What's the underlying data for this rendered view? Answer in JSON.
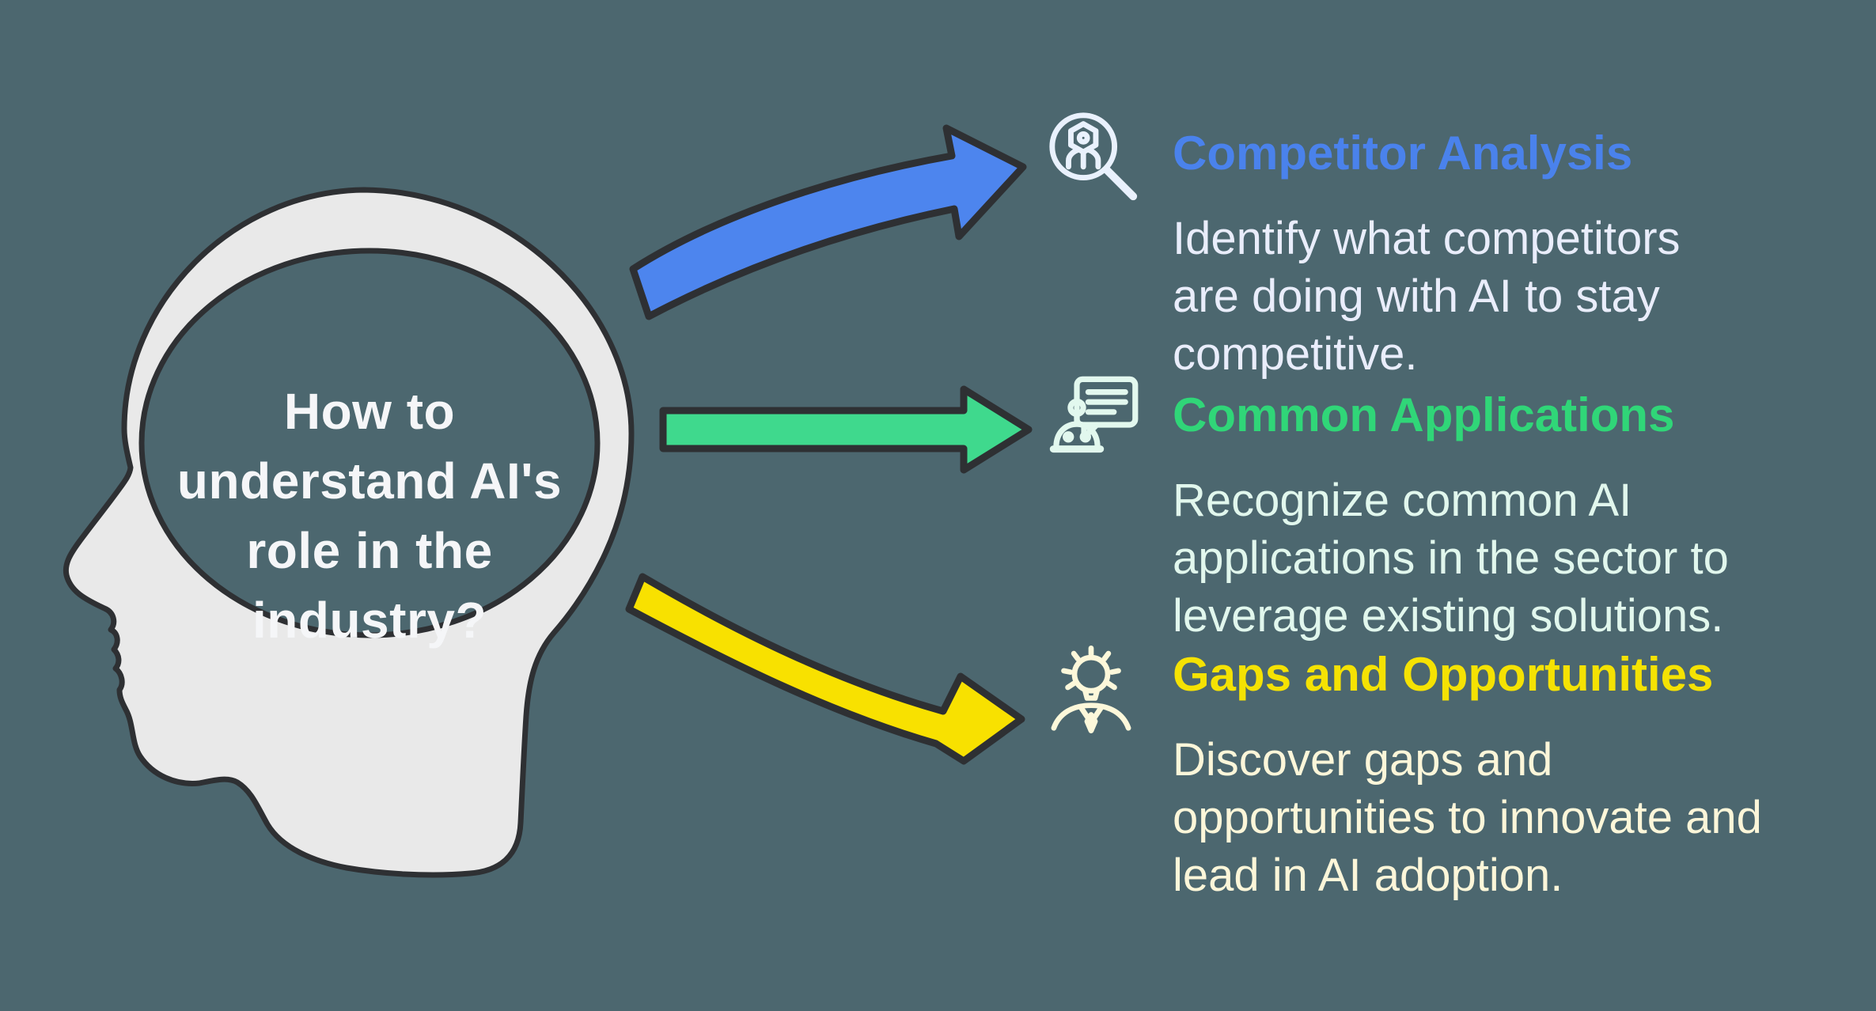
{
  "colors": {
    "background": "#4c676f",
    "outline": "#2e3033",
    "head_fill": "#e9e9e9",
    "question_text": "#f5f6f8"
  },
  "center": {
    "question": "How to understand AI's role in the industry?",
    "question_lines": [
      "How to",
      "understand AI's",
      "role in the",
      "industry?"
    ]
  },
  "sections": [
    {
      "title": "Competitor Analysis",
      "desc_lines": [
        "Identify what competitors",
        "are doing with AI to stay",
        "competitive."
      ],
      "accent": "#4a82ec",
      "arrow_color": "#4d85ee",
      "body_color": "#e9edfb",
      "icon_color": "#e9f1fd",
      "icon": "magnifier-person-icon"
    },
    {
      "title": "Common Applications",
      "desc_lines": [
        "Recognize common AI",
        "applications in the sector to",
        "leverage existing solutions."
      ],
      "accent": "#30d678",
      "arrow_color": "#3fd98d",
      "body_color": "#e1f7ed",
      "icon_color": "#e2f8ee",
      "icon": "chatbot-icon"
    },
    {
      "title": "Gaps and Opportunities",
      "desc_lines": [
        "Discover gaps and",
        "opportunities to innovate and",
        "lead in AI adoption."
      ],
      "accent": "#f5e203",
      "arrow_color": "#f8e100",
      "body_color": "#fcf6d9",
      "icon_color": "#fdf8da",
      "icon": "idea-person-icon"
    }
  ]
}
